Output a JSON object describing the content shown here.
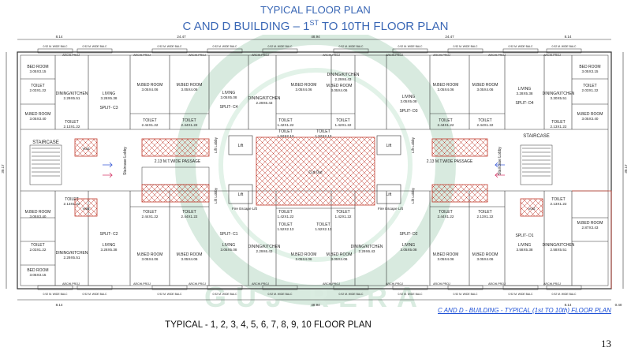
{
  "header": {
    "title": "TYPICAL FLOOR PLAN",
    "subtitle_pre": "C AND D BUILDING – 1",
    "subtitle_sup": "ST",
    "subtitle_post": " TO 10TH FLOOR PLAN"
  },
  "caption_bottom": "TYPICAL - 1, 2, 3, 4, 5, 6, 7, 8, 9, 10 FLOOR PLAN",
  "caption_right": "C AND D - BUILDING - TYPICAL (1st TO 10th) FLOOR PLAN",
  "page_number": "13",
  "watermark": "GUJ RERA",
  "colors": {
    "title": "#3a67b5",
    "line": "#333333",
    "hatch": "#c0392b",
    "watermark": "#cfe6d8",
    "caption_right": "#1c4fd6"
  },
  "rooms_top": [
    {
      "name": "BED ROOM",
      "size": "3.05X3.15"
    },
    {
      "name": "TOILET",
      "size": "2.03X1.22"
    },
    {
      "name": "M.BED ROOM",
      "size": "3.05X3.40"
    },
    {
      "name": "DINING/KITCHEN",
      "size": "2.29X5.51"
    },
    {
      "name": "LIVING",
      "size": "3.28X5.38"
    },
    {
      "name": "SPLIT- C3",
      "size": ""
    },
    {
      "name": "TOILET",
      "size": "2.13X1.22"
    },
    {
      "name": "M.BED ROOM",
      "size": "3.05X4.06"
    },
    {
      "name": "M.BED ROOM",
      "size": "3.05X4.06"
    },
    {
      "name": "TOILET",
      "size": "2.44X1.22"
    },
    {
      "name": "TOILET",
      "size": "2.44X1.22"
    },
    {
      "name": "LIVING",
      "size": "3.05X5.08"
    },
    {
      "name": "SPLIT- C4",
      "size": ""
    },
    {
      "name": "DINING/KITCHEN",
      "size": "2.29X6.43"
    },
    {
      "name": "M.BED ROOM",
      "size": "3.05X4.06"
    },
    {
      "name": "TOILET",
      "size": "1.42X1.22"
    },
    {
      "name": "TOILET",
      "size": "1.52X2.13"
    },
    {
      "name": "DINING/KITCHEN",
      "size": "2.29X6.43"
    },
    {
      "name": "M.BED ROOM",
      "size": "3.05X4.06"
    },
    {
      "name": "TOILET",
      "size": "1.52X2.13"
    },
    {
      "name": "TOILET",
      "size": "1.42X1.22"
    },
    {
      "name": "LIVING",
      "size": "3.05X5.08"
    },
    {
      "name": "SPLIT- D3",
      "size": ""
    },
    {
      "name": "M.BED ROOM",
      "size": "3.05X4.06"
    },
    {
      "name": "M.BED ROOM",
      "size": "3.05X4.06"
    },
    {
      "name": "TOILET",
      "size": "2.44X1.22"
    },
    {
      "name": "TOILET",
      "size": "2.44X1.22"
    },
    {
      "name": "LIVING",
      "size": "3.28X5.38"
    },
    {
      "name": "SPLIT- D4",
      "size": ""
    },
    {
      "name": "DINING/KITCHEN",
      "size": "3.30X5.51"
    },
    {
      "name": "BED ROOM",
      "size": "3.05X3.15"
    },
    {
      "name": "TOILET",
      "size": "2.03X1.22"
    },
    {
      "name": "M.BED ROOM",
      "size": "3.05X3.40"
    },
    {
      "name": "TOILET",
      "size": "2.13X1.22"
    }
  ],
  "rooms_bottom": [
    {
      "name": "TOILET",
      "size": "2.13X1.22"
    },
    {
      "name": "M.BED ROOM",
      "size": "3.05X3.40"
    },
    {
      "name": "TOILET",
      "size": "2.03X1.22"
    },
    {
      "name": "BED ROOM",
      "size": "3.05X3.15"
    },
    {
      "name": "DINING/KITCHEN",
      "size": "2.29X5.51"
    },
    {
      "name": "SPLIT- C2",
      "size": ""
    },
    {
      "name": "LIVING",
      "size": "3.28X5.38"
    },
    {
      "name": "TOILET",
      "size": "2.44X1.22"
    },
    {
      "name": "TOILET",
      "size": "2.44X1.22"
    },
    {
      "name": "M.BED ROOM",
      "size": "3.05X4.06"
    },
    {
      "name": "M.BED ROOM",
      "size": "3.05X4.06"
    },
    {
      "name": "SPLIT- C1",
      "size": ""
    },
    {
      "name": "LIVING",
      "size": "3.05X5.08"
    },
    {
      "name": "DINING/KITCHEN",
      "size": "2.29X6.43"
    },
    {
      "name": "TOILET",
      "size": "1.42X1.22"
    },
    {
      "name": "TOILET",
      "size": "1.52X2.13"
    },
    {
      "name": "M.BED ROOM",
      "size": "3.05X4.06"
    },
    {
      "name": "TOILET",
      "size": "1.52X2.13"
    },
    {
      "name": "TOILET",
      "size": "1.42X1.22"
    },
    {
      "name": "M.BED ROOM",
      "size": "3.05X4.06"
    },
    {
      "name": "DINING/KITCHEN",
      "size": "2.29X6.43"
    },
    {
      "name": "SPLIT- D2",
      "size": ""
    },
    {
      "name": "LIVING",
      "size": "3.05X5.08"
    },
    {
      "name": "TOILET",
      "size": "2.44X1.22"
    },
    {
      "name": "TOILET",
      "size": "2.13X1.22"
    },
    {
      "name": "M.BED ROOM",
      "size": "3.05X4.06"
    },
    {
      "name": "M.BED ROOM",
      "size": "3.05X4.06"
    },
    {
      "name": "SPLIT- D1",
      "size": ""
    },
    {
      "name": "LIVING",
      "size": "3.58X5.38"
    },
    {
      "name": "DINING/KITCHEN",
      "size": "2.58X5.51"
    },
    {
      "name": "TOILET",
      "size": "2.13X1.22"
    },
    {
      "name": "M.BED ROOM",
      "size": "2.87X3.43"
    }
  ],
  "core": {
    "staircase_left": "STAIRCASE",
    "staircase_right": "STAIRCASE",
    "passage_left": "2.13 M.T.WIDE PASSAGE",
    "passage_right": "2.13 M.T.WIDE PASSAGE",
    "cutout": "Cut Out",
    "lobby": "Staircase Lobby",
    "lift": "Lift",
    "lift_lobby": "Lift Lobby",
    "fire_lift": "Fire Escape Lift",
    "void": "Void"
  },
  "annotations": {
    "balcony": "0.92 M. WIDE BALC",
    "archi": "ARCHI.PROJ",
    "balcony_short": "BALC"
  },
  "dimensions": {
    "overall": "48.94",
    "half_left": "24.47",
    "half_right": "24.47",
    "end_left": "8.14",
    "end_right": "8.14",
    "height": "30.17",
    "end_small": "0.40"
  }
}
